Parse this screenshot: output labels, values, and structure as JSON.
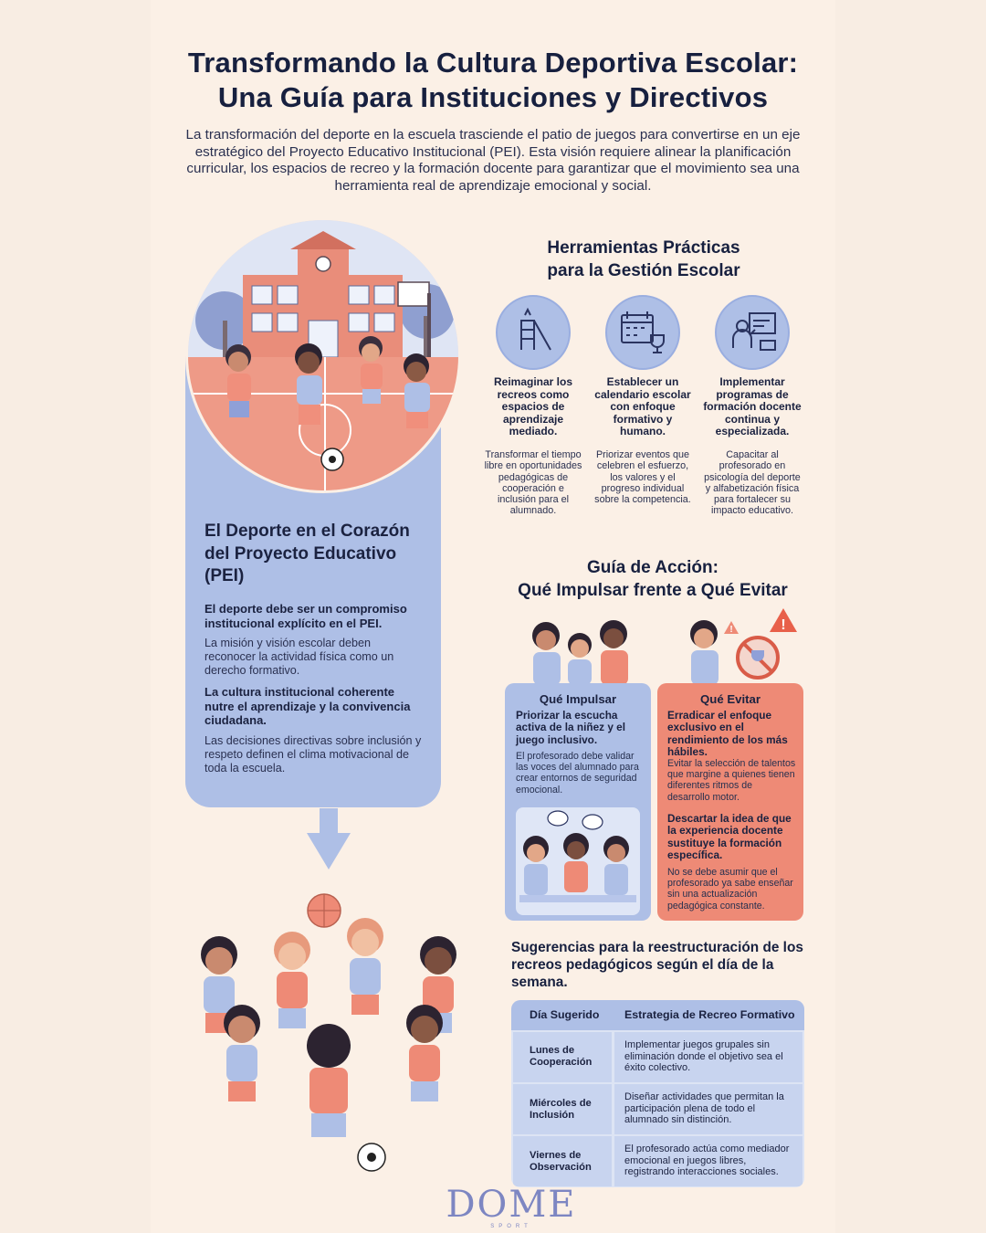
{
  "header": {
    "title_line1": "Transformando la Cultura Deportiva Escolar:",
    "title_line2": "Una Guía para Instituciones y Directivos",
    "intro": "La transformación del deporte en la escuela trasciende el patio de juegos para convertirse en un eje estratégico del Proyecto Educativo Institucional (PEI). Esta visión requiere alinear la planificación curricular, los espacios de recreo y la formación docente para garantizar que el movimiento sea una herramienta real de aprendizaje emocional y social."
  },
  "pei": {
    "title": "El Deporte en el Corazón del Proyecto Educativo (PEI)",
    "point1_bold": "El deporte debe ser un compromiso institucional explícito en el PEI.",
    "point1_text": "La misión y visión escolar deben reconocer la actividad física como un derecho formativo.",
    "point2_bold": "La cultura institucional coherente nutre el aprendizaje y la convivencia ciudadana.",
    "point2_text": "Las decisiones directivas sobre inclusión y respeto definen el clima motivacional de toda la escuela."
  },
  "tools": {
    "title_line1": "Herramientas Prácticas",
    "title_line2": "para la Gestión Escolar",
    "items": [
      {
        "icon": "playground-slide-icon",
        "title": "Reimaginar los recreos como espacios de aprendizaje mediado.",
        "desc": "Transformar el tiempo libre en oportunidades pedagógicas de cooperación e inclusión para el alumnado."
      },
      {
        "icon": "calendar-trophy-icon",
        "title": "Establecer un calendario escolar con enfoque formativo y humano.",
        "desc": "Priorizar eventos que celebren el esfuerzo, los valores y el progreso individual sobre la competencia."
      },
      {
        "icon": "teacher-board-icon",
        "title": "Implementar programas de formación docente continua y especializada.",
        "desc": "Capacitar al profesorado en psicología del deporte y alfabetización física para fortalecer su impacto educativo."
      }
    ]
  },
  "guide": {
    "title_line1": "Guía de Acción:",
    "title_line2": "Qué Impulsar frente a Qué Evitar",
    "impulsar": {
      "head": "Qué Impulsar",
      "bold": "Priorizar la escucha activa de la niñez y el juego inclusivo.",
      "text": "El profesorado debe validar las voces del alumnado para crear entornos de seguridad emocional."
    },
    "evitar": {
      "head": "Qué Evitar",
      "bold1": "Erradicar el enfoque exclusivo en el rendimiento de los más hábiles.",
      "text1": "Evitar la selección de talentos que margine a quienes tienen diferentes ritmos de desarrollo motor.",
      "bold2": "Descartar la idea de que la experiencia docente sustituye la formación específica.",
      "text2": "No se debe asumir que el profesorado ya sabe enseñar sin una actualización pedagógica constante."
    }
  },
  "schedule": {
    "title": "Sugerencias para la reestructuración de los recreos pedagógicos según el día de la semana.",
    "col1": "Día Sugerido",
    "col2": "Estrategia de Recreo Formativo",
    "rows": [
      {
        "day": "Lunes de Cooperación",
        "strategy": "Implementar juegos grupales sin eliminación donde el objetivo sea el éxito colectivo."
      },
      {
        "day": "Miércoles de Inclusión",
        "strategy": "Diseñar actividades que permitan la participación plena de todo el alumnado sin distinción."
      },
      {
        "day": "Viernes de Observación",
        "strategy": "El profesorado actúa como mediador emocional en juegos libres, registrando interacciones sociales."
      }
    ]
  },
  "brand": {
    "logo": "DOME",
    "sub": "SPORT"
  },
  "colors": {
    "blue": "#aebfe6",
    "coral": "#ee8a76",
    "navy": "#17203f",
    "bg": "#fbf0e6"
  }
}
